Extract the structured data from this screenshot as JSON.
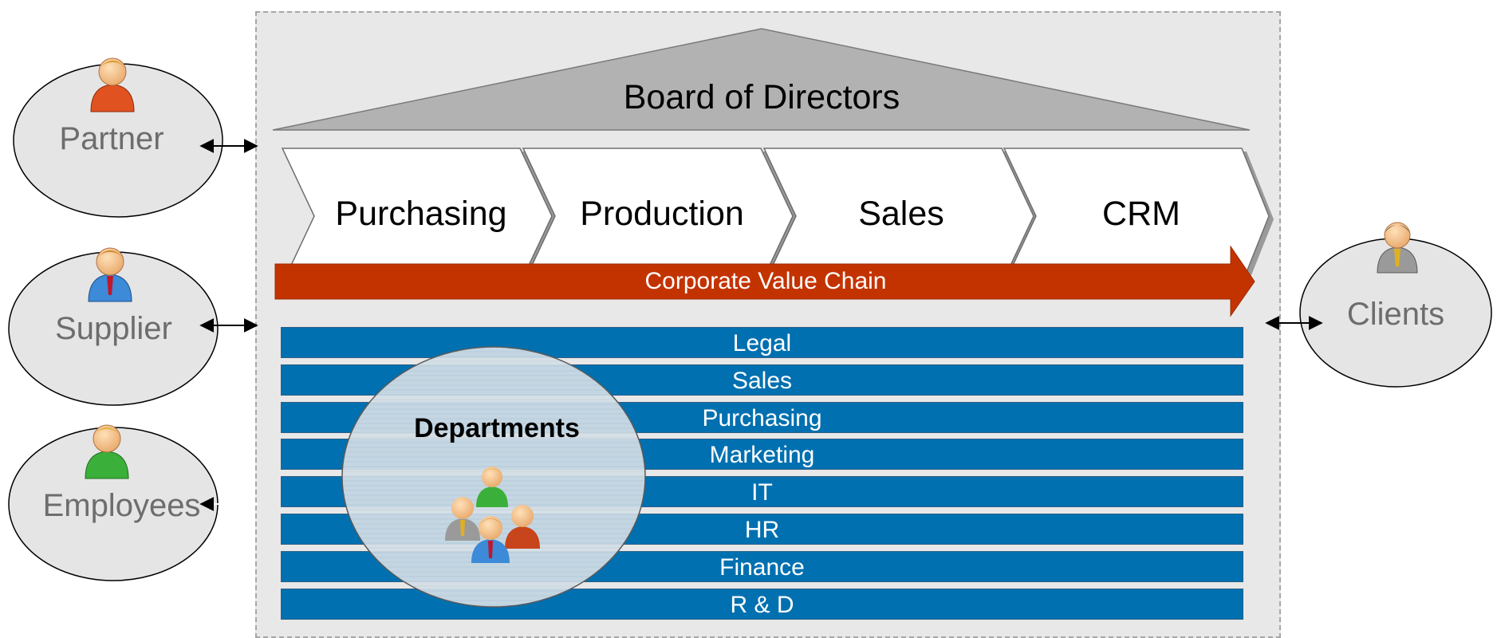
{
  "board": {
    "label": "Board of Directors"
  },
  "value_chain": {
    "steps": [
      "Purchasing",
      "Production",
      "Sales",
      "CRM"
    ],
    "label": "Corporate Value Chain"
  },
  "departments": {
    "title": "Departments",
    "items": [
      "Legal",
      "Sales",
      "Purchasing",
      "Marketing",
      "IT",
      "HR",
      "Finance",
      "R & D"
    ]
  },
  "stakeholders": {
    "partner": "Partner",
    "supplier": "Supplier",
    "employees": "Employees",
    "clients": "Clients"
  },
  "colors": {
    "department_bar": "#0070b0",
    "value_chain_arrow": "#c33300",
    "roof": "#b2b2b2",
    "org_background": "#e8e8e8",
    "stakeholder_ellipse": "#e5e5e5"
  }
}
